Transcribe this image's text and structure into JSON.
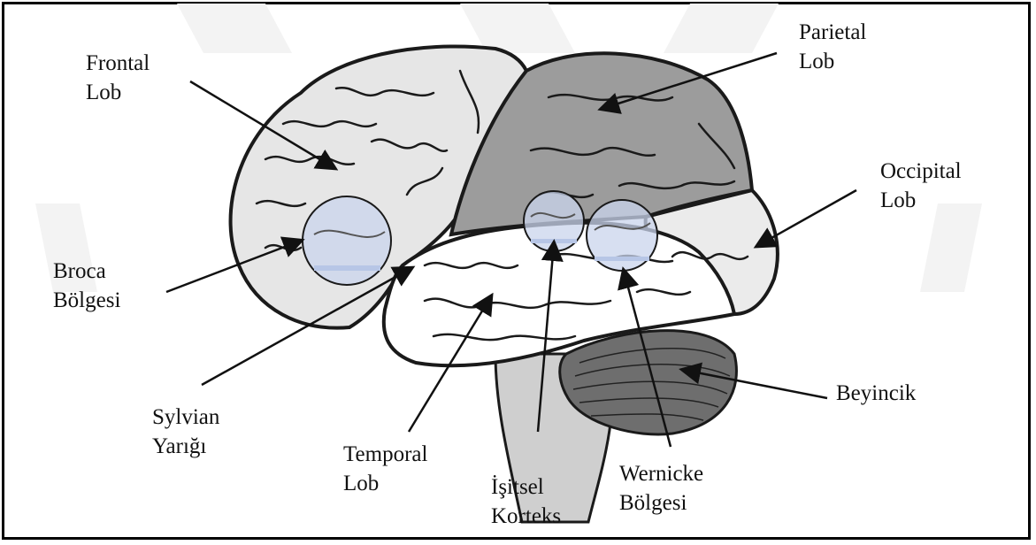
{
  "labels": {
    "frontal": [
      "Frontal",
      "Lob"
    ],
    "parietal": [
      "Parietal",
      "Lob"
    ],
    "occipital": [
      "Occipital",
      "Lob"
    ],
    "broca": [
      "Broca",
      "Bölgesi"
    ],
    "sylvian": [
      "Sylvian",
      "Yarığı"
    ],
    "temporal": [
      "Temporal",
      "Lob"
    ],
    "auditory": [
      "İşitsel",
      "Korteks"
    ],
    "wernicke": [
      "Wernicke",
      "Bölgesi"
    ],
    "cerebellum": [
      "Beyincik"
    ]
  },
  "colors": {
    "frontal_fill": "#e6e6e6",
    "parietal_fill": "#9c9c9c",
    "occipital_fill": "#ebebeb",
    "temporal_fill": "#ffffff",
    "cerebellum_fill": "#6e6e6e",
    "brainstem_fill": "#cfcfcf",
    "highlight_fill": "#c9d4ec",
    "outline": "#1a1a1a"
  },
  "watermark": "logo"
}
